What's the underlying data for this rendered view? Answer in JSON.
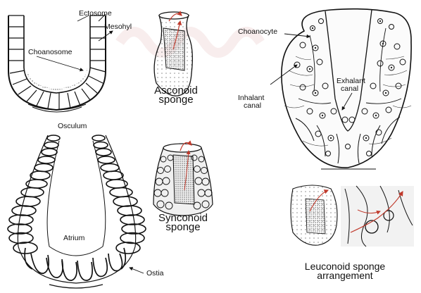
{
  "labels": {
    "ectosome": "Ectosome",
    "mesohyl": "Mesohyl",
    "choanosome": "Choanosome",
    "osculum": "Osculum",
    "atrium": "Atrium",
    "ostia": "Ostia",
    "choanocyte": "Choanocyte",
    "exhalant_canal_line1": "Exhalant",
    "exhalant_canal_line2": "canal",
    "inhalant_canal_line1": "Inhalant",
    "inhalant_canal_line2": "canal"
  },
  "captions": {
    "asconoid_line1": "Asconoid",
    "asconoid_line2": "sponge",
    "synconoid_line1": "Synconoid",
    "synconoid_line2": "sponge",
    "leuconoid_line1": "Leuconoid sponge",
    "leuconoid_line2": "arrangement"
  },
  "colors": {
    "ink": "#111111",
    "stipple": "#9a9a9a",
    "flow_arrow": "#c0392b",
    "watermark": "#f3dede"
  }
}
